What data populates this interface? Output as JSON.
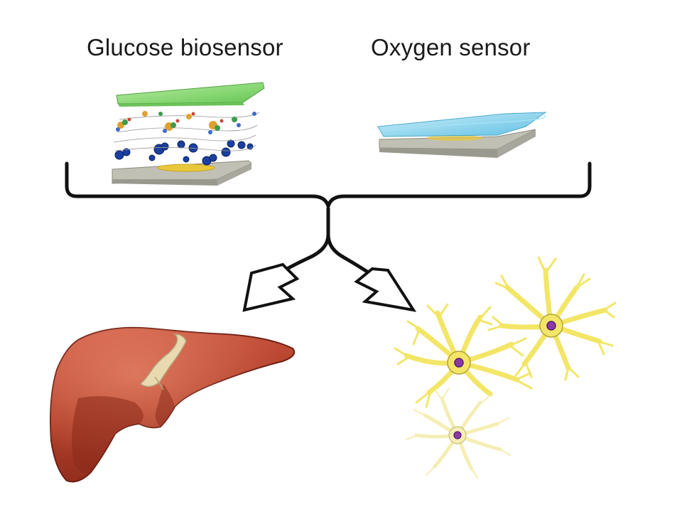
{
  "labels": {
    "glucose_biosensor": "Glucose biosensor",
    "oxygen_sensor": "Oxygen sensor"
  },
  "colors": {
    "glucose_membrane": "#8ede6e",
    "oxygen_membrane": "#7fd3ee",
    "substrate": "#b8b7ac",
    "electrode": "#e8c83a",
    "liver": "#b5412a",
    "liver_highlight": "#d8654a",
    "liver_ligament": "#e9d9b0",
    "astrocyte": "#f3e667",
    "astrocyte_pale": "#f7efb0",
    "nucleus": "#8a3aa8",
    "enzyme_blue": "#1a3fa0",
    "bracket": "#111111"
  },
  "icons": {
    "glucose_sensor": "layered-glucose-biosensor-icon",
    "oxygen_sensor": "layered-oxygen-sensor-icon",
    "liver": "liver-illustration",
    "neurons": "astrocyte-cells-illustration"
  }
}
